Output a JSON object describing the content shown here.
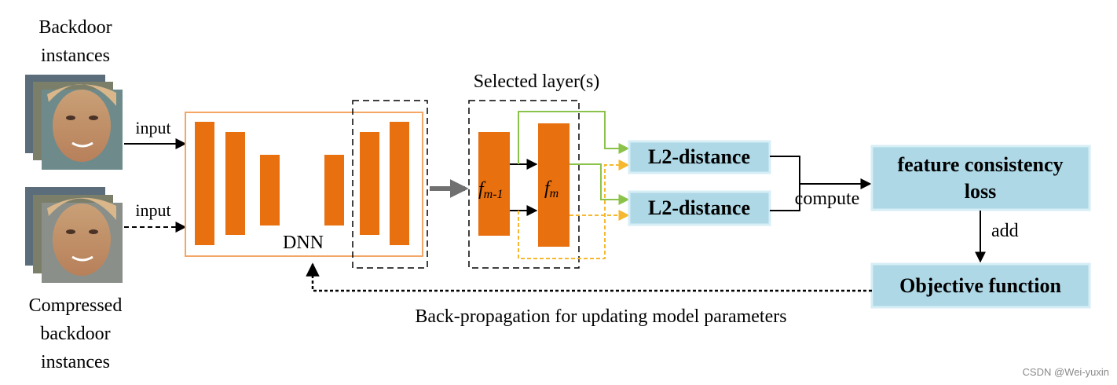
{
  "labels": {
    "backdoor_instances": [
      "Backdoor",
      "instances"
    ],
    "compressed_instances": [
      "Compressed",
      "backdoor",
      "instances"
    ],
    "input_top": "input",
    "input_bottom": "input",
    "dnn": "DNN",
    "selected_layers": "Selected layer(s)",
    "f_prev": "f",
    "f_prev_sub": "m-1",
    "f_cur": "f",
    "f_cur_sub": "m",
    "l2_top": "L2-distance",
    "l2_bottom": "L2-distance",
    "compute": "compute",
    "feature_loss": [
      "feature consistency",
      "loss"
    ],
    "add": "add",
    "objective": "Objective function",
    "backprop": "Back-propagation for updating model parameters",
    "watermark": "CSDN @Wei-yuxin"
  },
  "colors": {
    "orange_layer": "#e8700f",
    "dnn_border": "#f4a666",
    "green_path": "#8bc34a",
    "yellow_path": "#f5b82e",
    "box_fill": "#aed8e6",
    "box_border": "#d6eef6",
    "gray_arrow": "#707070"
  },
  "icons": [
    "face-image-stack-top",
    "face-image-stack-bottom"
  ]
}
